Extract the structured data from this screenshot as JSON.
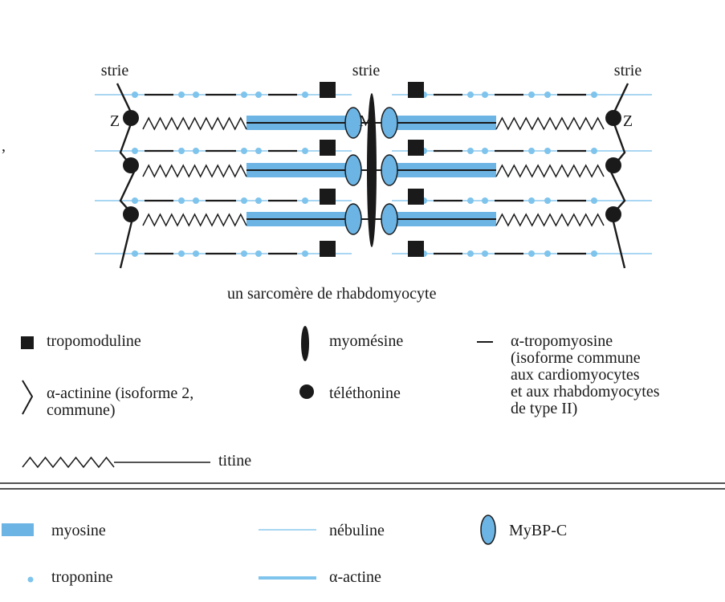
{
  "diagram": {
    "strie_left": {
      "word": "strie",
      "letter": "Z"
    },
    "strie_middle": {
      "word": "strie",
      "letter": "M"
    },
    "strie_right": {
      "word": "strie",
      "letter": "Z"
    },
    "caption": "un sarcomère de rhabdomyocyte",
    "stray_mark": ","
  },
  "legend": {
    "tropomoduline": "tropomoduline",
    "myomesine": "myomésine",
    "alpha_tropomyosine": "α-tropomyosine\n(isoforme commune\naux cardiomyocytes\net aux rhabdomyocytes\nde type II)",
    "alpha_actinine": "α-actinine (isoforme 2,\ncommune)",
    "telethonine": "téléthonine",
    "titine": "titine",
    "myosine": "myosine",
    "nebuline": "nébuline",
    "mybpc": "MyBP-C",
    "troponine": "troponine",
    "alpha_actine": "α-actine"
  },
  "colors": {
    "black": "#1a1a1a",
    "myosin_blue": "#6cb4e4",
    "nebulin_blue": "#a9d6f2",
    "actin_blue": "#7fc4ec",
    "dark_line": "#1a1a1a"
  }
}
